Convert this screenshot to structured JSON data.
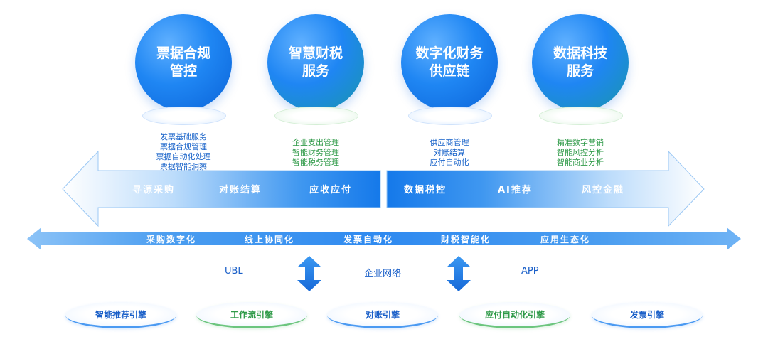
{
  "top_services": [
    {
      "line1": "票据合规",
      "line2": "管控",
      "theme": "blue",
      "features": [
        "发票基础服务",
        "票据合规管理",
        "票据自动化处理",
        "票据智能洞察"
      ]
    },
    {
      "line1": "智慧财税",
      "line2": "服务",
      "theme": "green",
      "features": [
        "企业支出管理",
        "智能财务管理",
        "智能税务管理"
      ]
    },
    {
      "line1": "数字化财务",
      "line2": "供应链",
      "theme": "blue",
      "features": [
        "供应商管理",
        "对账结算",
        "应付自动化"
      ]
    },
    {
      "line1": "数据科技",
      "line2": "服务",
      "theme": "green",
      "features": [
        "精准数字营销",
        "智能风控分析",
        "智能商业分析"
      ]
    }
  ],
  "left_arrow": {
    "labels": [
      "寻源采购",
      "对账结算",
      "应收应付"
    ]
  },
  "right_arrow": {
    "labels": [
      "数据税控",
      "AI推荐",
      "风控金融"
    ]
  },
  "stage_bar": {
    "labels": [
      "采购数字化",
      "线上协同化",
      "发票自动化",
      "财税智能化",
      "应用生态化"
    ]
  },
  "middle": {
    "labels": [
      "UBL",
      "企业网络",
      "APP"
    ]
  },
  "engines": [
    {
      "label": "智能推荐引擎",
      "theme": "blue"
    },
    {
      "label": "工作流引擎",
      "theme": "green"
    },
    {
      "label": "对账引擎",
      "theme": "blue"
    },
    {
      "label": "应付自动化引擎",
      "theme": "green"
    },
    {
      "label": "发票引擎",
      "theme": "blue"
    }
  ],
  "colors": {
    "primary_blue": "#1f86f3",
    "accent_green": "#3fb27a",
    "light_blue": "#dcecfd"
  }
}
